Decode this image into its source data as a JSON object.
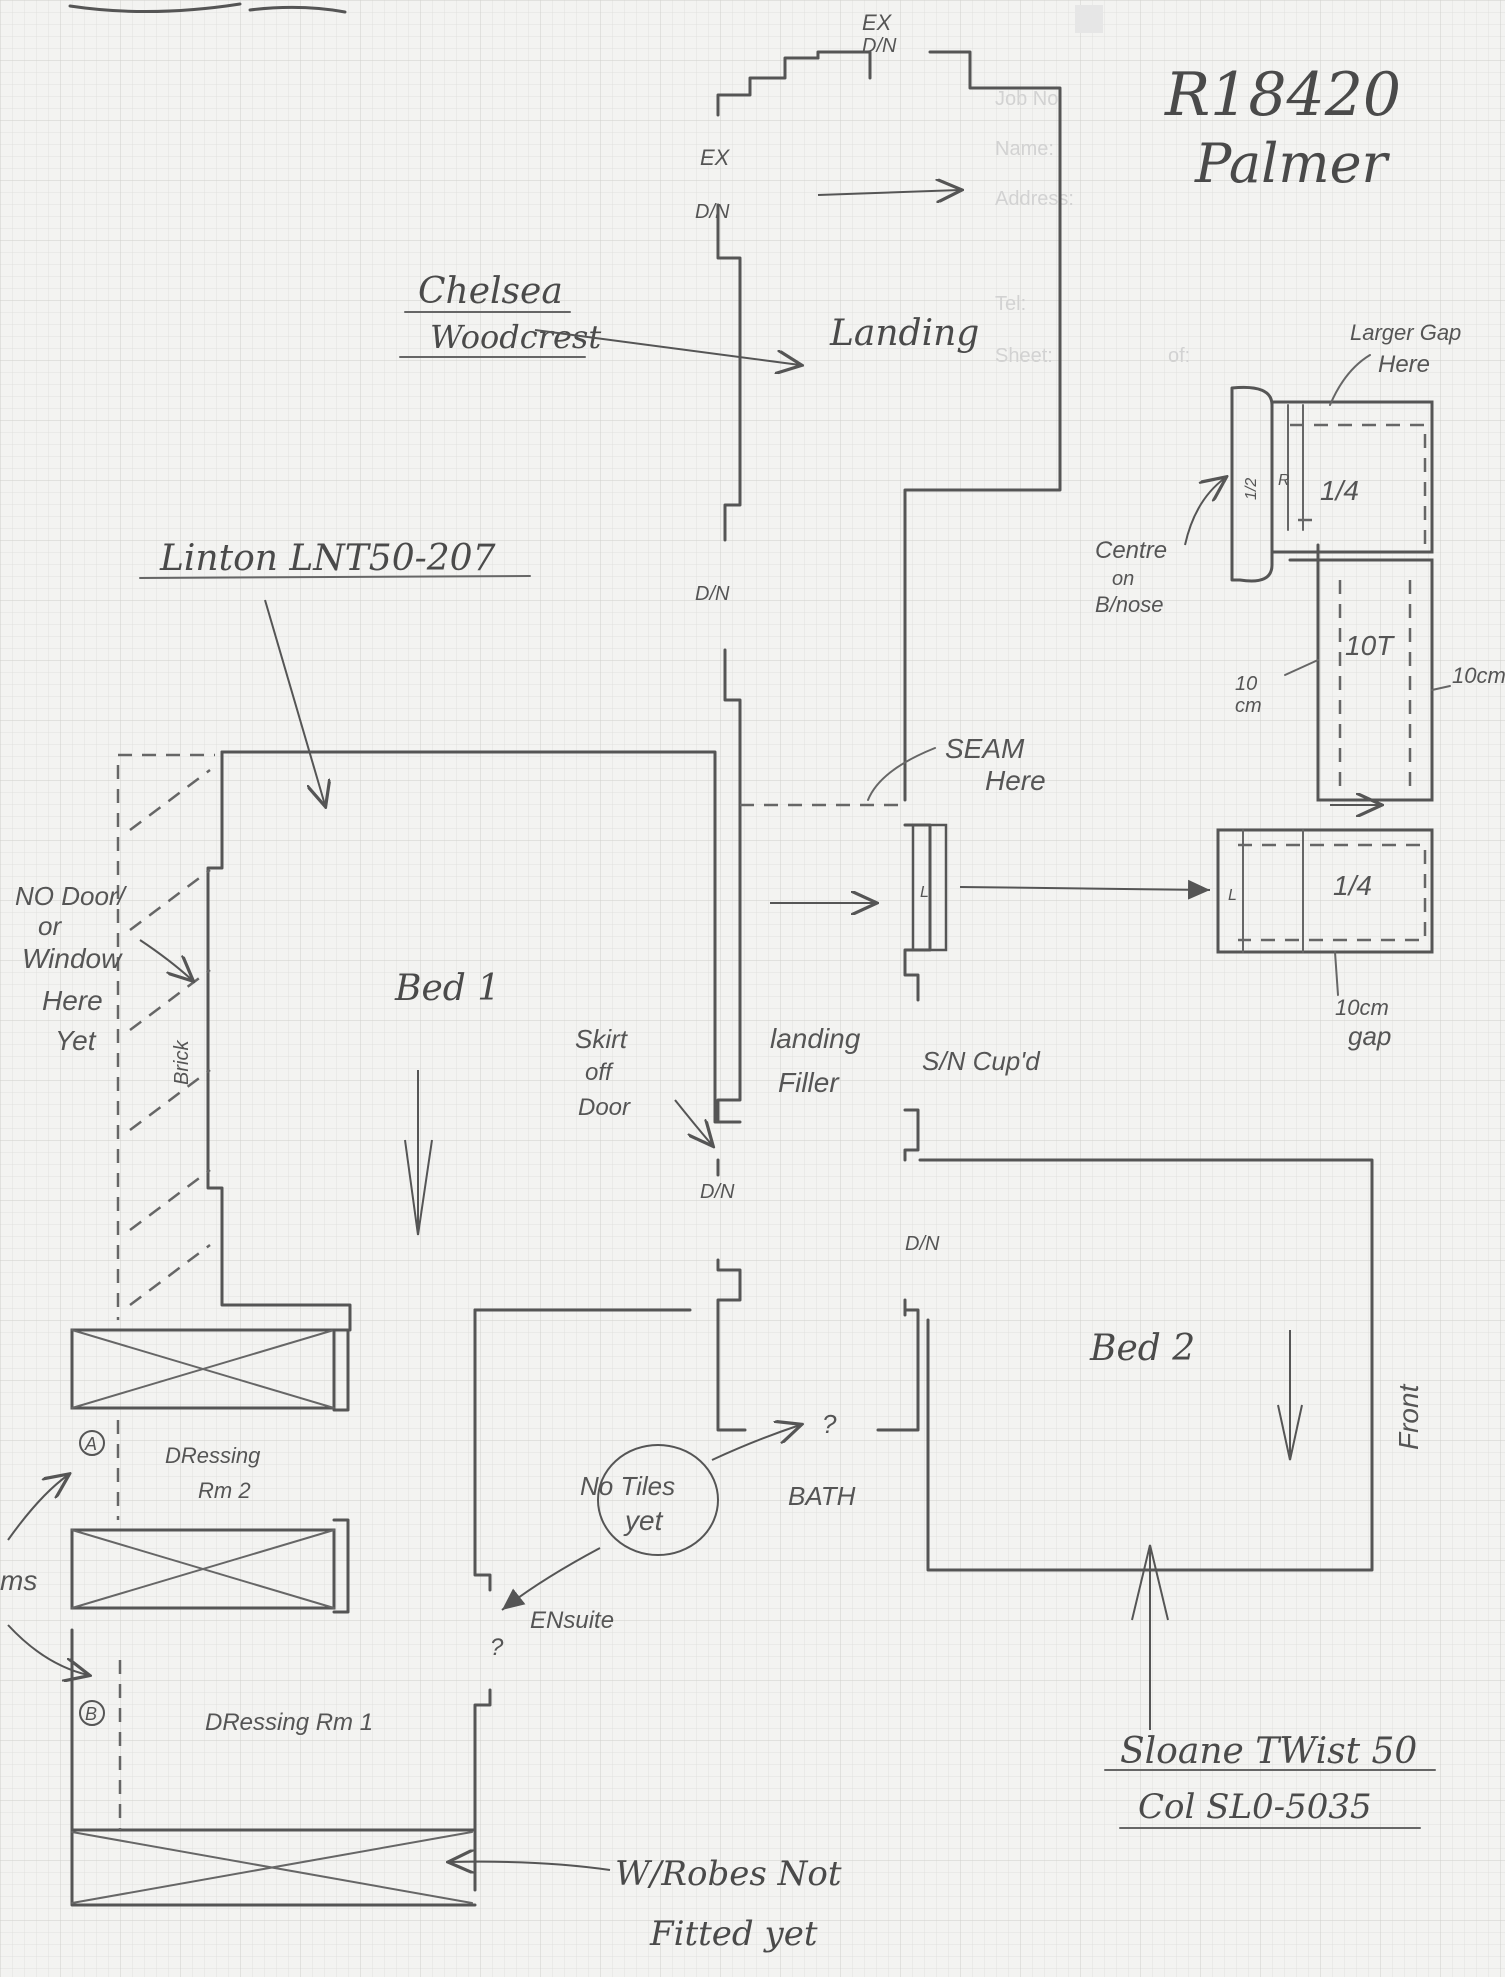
{
  "job": {
    "ref": "R18420",
    "name": "Palmer"
  },
  "form_fields": {
    "job_no": "Job No",
    "name": "Name:",
    "address": "Address:",
    "tel": "Tel:",
    "sheet": "Sheet:",
    "of": "of:"
  },
  "rooms": {
    "landing": "Landing",
    "bed1": "Bed 1",
    "bed2": "Bed 2",
    "landing_filler": [
      "landing",
      "Filler"
    ],
    "dressing_rm2": [
      "DRessing",
      "Rm 2"
    ],
    "dressing_rm1": "DRessing Rm 1",
    "ensuite": "ENsuite",
    "bath": "BATH",
    "sn_cupd": "S/N Cup'd"
  },
  "products": {
    "chelsea": [
      "Chelsea",
      "Woodcrest"
    ],
    "linton": "Linton LNT50-207",
    "sloane": [
      "Sloane TWist 50",
      "Col SL0-5035"
    ]
  },
  "notes": {
    "no_door": [
      "NO Door/",
      "or",
      "Window",
      "Here",
      "Yet"
    ],
    "brick": "Brick",
    "skirt_off": [
      "Skirt",
      "off",
      "Door"
    ],
    "seam_here": [
      "SEAM",
      "Here"
    ],
    "no_tiles": [
      "No Tiles",
      "yet"
    ],
    "wrobes": [
      "W/Robes Not",
      "Fitted yet"
    ],
    "front": "Front",
    "larger_gap": [
      "Larger Gap",
      "Here"
    ],
    "centre_on": [
      "Centre",
      "on",
      "B/nose"
    ],
    "ten_cm_left": [
      "10",
      "cm"
    ],
    "ten_cm_right": "10cm",
    "ten_cm_gap": [
      "10cm",
      "gap"
    ],
    "ms": "ms",
    "q_mark": "?"
  },
  "door_marks": {
    "ex": "EX",
    "dn": "D/N",
    "ex_dn": [
      "EX",
      "D/N"
    ],
    "marker_a": "A",
    "marker_b": "B"
  },
  "stair_labels": {
    "quarter": "1/4",
    "half": "1/2",
    "ten_t": "10T",
    "r": "R",
    "l": "L"
  }
}
